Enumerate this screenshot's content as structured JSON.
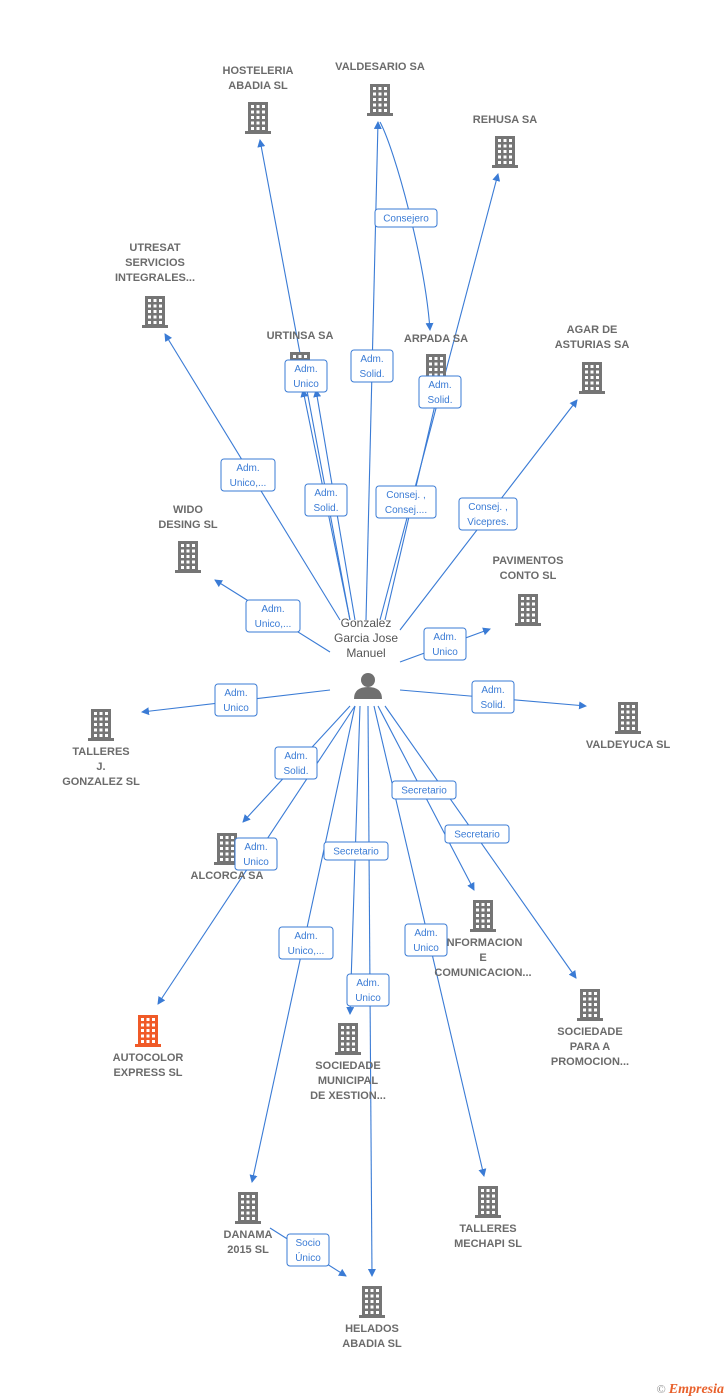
{
  "colors": {
    "edge": "#3a7bd5",
    "building": "#757575",
    "highlight": "#f05a28",
    "person": "#707070"
  },
  "center": {
    "lines": [
      "Gonzalez",
      "Garcia Jose",
      "Manuel"
    ]
  },
  "companies": [
    {
      "id": "hosteleria",
      "lines": [
        "HOSTELERIA",
        "ABADIA SL"
      ],
      "icon": "building-icon"
    },
    {
      "id": "valdesario",
      "lines": [
        "VALDESARIO SA"
      ],
      "icon": "building-icon"
    },
    {
      "id": "rehusa",
      "lines": [
        "REHUSA SA"
      ],
      "icon": "building-icon"
    },
    {
      "id": "utresat",
      "lines": [
        "UTRESAT",
        "SERVICIOS",
        "INTEGRALES..."
      ],
      "icon": "building-icon"
    },
    {
      "id": "urtinsa",
      "lines": [
        "URTINSA SA"
      ],
      "icon": "building-icon"
    },
    {
      "id": "arpada",
      "lines": [
        "ARPADA SA"
      ],
      "icon": "building-icon"
    },
    {
      "id": "agar",
      "lines": [
        "AGAR DE",
        "ASTURIAS SA"
      ],
      "icon": "building-icon"
    },
    {
      "id": "wido",
      "lines": [
        "WIDO",
        "DESING  SL"
      ],
      "icon": "building-icon"
    },
    {
      "id": "pavimentos",
      "lines": [
        "PAVIMENTOS",
        "CONTO  SL"
      ],
      "icon": "building-icon"
    },
    {
      "id": "talleresj",
      "lines": [
        "TALLERES",
        "J.",
        "GONZALEZ  SL"
      ],
      "icon": "building-icon"
    },
    {
      "id": "valdeyuca",
      "lines": [
        "VALDEYUCA SL"
      ],
      "icon": "building-icon"
    },
    {
      "id": "alcorca",
      "lines": [
        "ALCORCA SA"
      ],
      "icon": "building-icon"
    },
    {
      "id": "informacion",
      "lines": [
        "INFORMACION",
        "E",
        "COMUNICACION..."
      ],
      "icon": "building-icon"
    },
    {
      "id": "sociedadepara",
      "lines": [
        "SOCIEDADE",
        "PARA A",
        "PROMOCION..."
      ],
      "icon": "building-icon"
    },
    {
      "id": "autocolor",
      "lines": [
        "AUTOCOLOR",
        "EXPRESS  SL"
      ],
      "icon": "building-icon",
      "highlight": true
    },
    {
      "id": "sociedademunicipal",
      "lines": [
        "SOCIEDADE",
        "MUNICIPAL",
        "DE XESTION..."
      ],
      "icon": "building-icon"
    },
    {
      "id": "danama",
      "lines": [
        "DANAMA",
        "2015  SL"
      ],
      "icon": "building-icon"
    },
    {
      "id": "talleresm",
      "lines": [
        "TALLERES",
        "MECHAPI SL"
      ],
      "icon": "building-icon"
    },
    {
      "id": "helados",
      "lines": [
        "HELADOS",
        "ABADIA  SL"
      ],
      "icon": "building-icon"
    }
  ],
  "edge_labels": [
    {
      "id": "e1",
      "lines": [
        "Consejero"
      ]
    },
    {
      "id": "e2",
      "lines": [
        "Adm.",
        "Unico"
      ]
    },
    {
      "id": "e3",
      "lines": [
        "Adm.",
        "Solid."
      ]
    },
    {
      "id": "e4",
      "lines": [
        "Adm.",
        "Solid."
      ]
    },
    {
      "id": "e5",
      "lines": [
        "Adm.",
        "Unico,..."
      ]
    },
    {
      "id": "e6",
      "lines": [
        "Adm.",
        "Solid."
      ]
    },
    {
      "id": "e7",
      "lines": [
        "Consej. ,",
        "Consej...."
      ]
    },
    {
      "id": "e8",
      "lines": [
        "Consej. ,",
        "Vicepres."
      ]
    },
    {
      "id": "e9",
      "lines": [
        "Adm.",
        "Unico,..."
      ]
    },
    {
      "id": "e10",
      "lines": [
        "Adm.",
        "Unico"
      ]
    },
    {
      "id": "e11",
      "lines": [
        "Adm.",
        "Unico"
      ]
    },
    {
      "id": "e12",
      "lines": [
        "Adm.",
        "Solid."
      ]
    },
    {
      "id": "e13",
      "lines": [
        "Adm.",
        "Solid."
      ]
    },
    {
      "id": "e14",
      "lines": [
        "Secretario"
      ]
    },
    {
      "id": "e15",
      "lines": [
        "Adm.",
        "Unico"
      ]
    },
    {
      "id": "e16",
      "lines": [
        "Secretario"
      ]
    },
    {
      "id": "e17",
      "lines": [
        "Secretario"
      ]
    },
    {
      "id": "e18",
      "lines": [
        "Adm.",
        "Unico,..."
      ]
    },
    {
      "id": "e19",
      "lines": [
        "Adm.",
        "Unico"
      ]
    },
    {
      "id": "e20",
      "lines": [
        "Adm.",
        "Unico"
      ]
    },
    {
      "id": "e21",
      "lines": [
        "Socio",
        "Único"
      ]
    }
  ],
  "footer": {
    "copyright": "©",
    "brand": "Empresia"
  }
}
